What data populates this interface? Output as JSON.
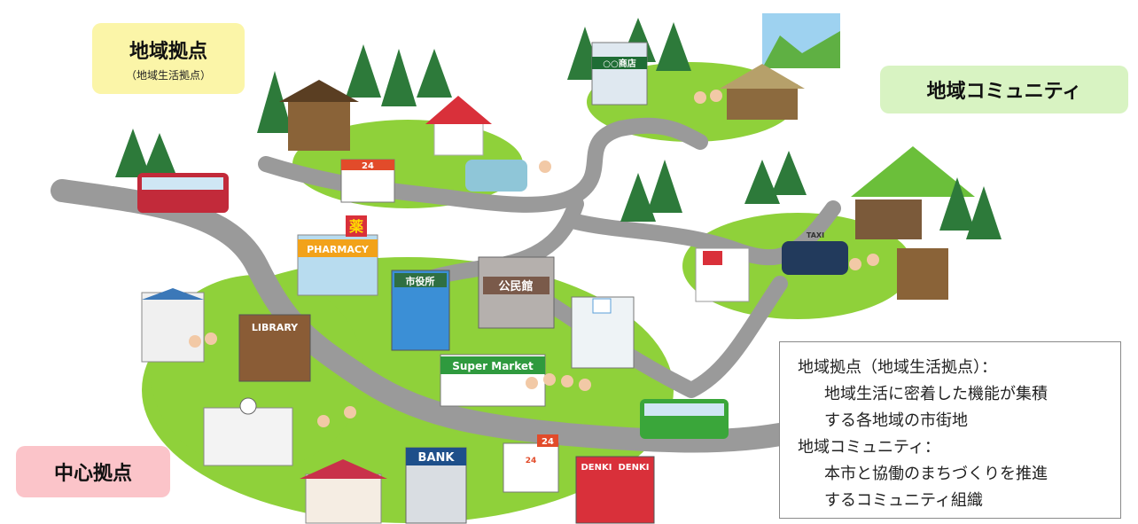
{
  "labels": {
    "local_hub": {
      "title": "地域拠点",
      "subtitle": "（地域生活拠点）"
    },
    "community": {
      "title": "地域コミュニティ"
    },
    "central_hub": {
      "title": "中心拠点"
    }
  },
  "signs": {
    "shop_24_top": "24",
    "shop_24_mid": "24",
    "shop_24_bottom": "24",
    "maruya_shop": "○○商店",
    "pharmacy": "PHARMACY",
    "pharmacy_kanji": "薬",
    "city_hall": "市役所",
    "community_hall": "公民館",
    "library": "LIBRARY",
    "supermarket": "Super Market",
    "bank": "BANK",
    "denki_left": "DENKI",
    "denki_right": "DENKI",
    "taxi": "TAXI"
  },
  "legend": {
    "line1": "地域拠点（地域生活拠点）：",
    "line2": "地域生活に密着した機能が集積",
    "line3": "する各地域の市街地",
    "line4": "地域コミュニティ：",
    "line5": "本市と協働のまちづくりを推進",
    "line6": "するコミュニティ組織"
  },
  "colors": {
    "grass": "#8fd13a",
    "road": "#9a9a9a",
    "local_label_bg": "#fbf5a8",
    "community_label_bg": "#d8f3c2",
    "central_label_bg": "#fbc4c9"
  }
}
